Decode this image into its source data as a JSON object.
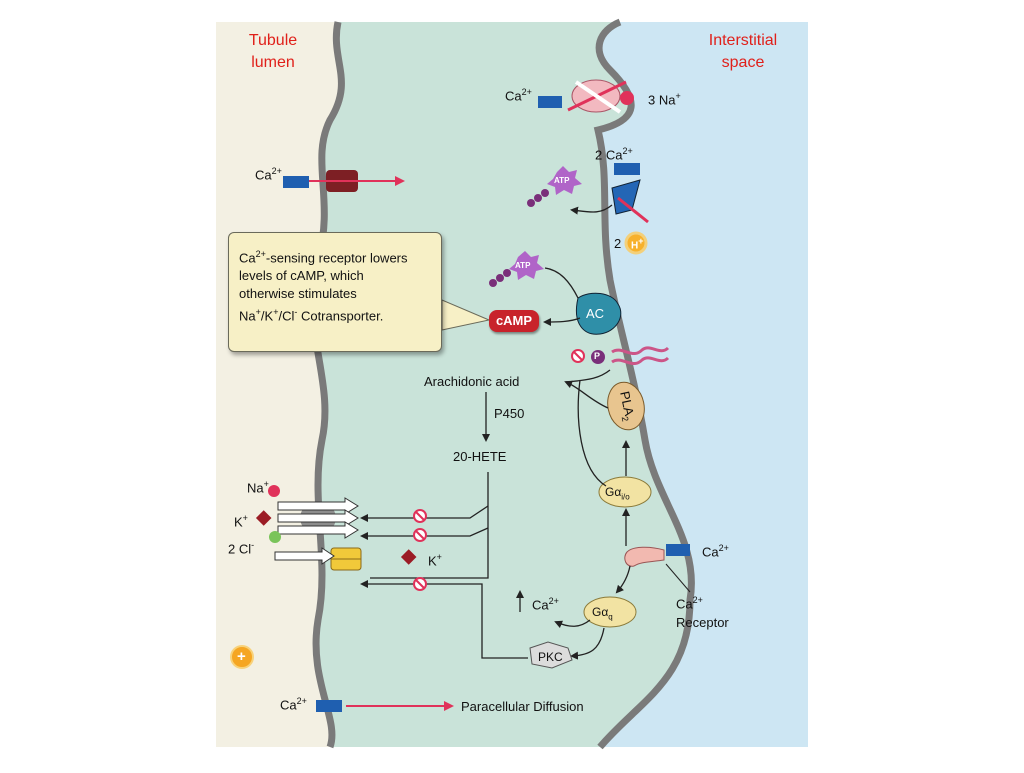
{
  "regions": {
    "lumen_title": "Tubule\nlumen",
    "interstitial_title": "Interstitial\nspace"
  },
  "labels": {
    "ca_exchanger": "Ca",
    "na3": "3 Na",
    "ca2_pump": "2 Ca",
    "h2": "2",
    "ca_apical": "Ca",
    "camp": "cAMP",
    "ac": "AC",
    "atp": "ATP",
    "p": "P",
    "pla2": "PLA",
    "arachidonic": "Arachidonic acid",
    "p450": "P450",
    "hete": "20-HETE",
    "na": "Na",
    "k": "K",
    "cl2": "2 Cl",
    "k_channel": "K",
    "gio": "Gα",
    "gq": "Gα",
    "ca_receptor_top": "Ca",
    "ca_receptor_label": "Ca",
    "receptor": "Receptor",
    "ca_up": "Ca",
    "pkc": "PKC",
    "ca_paracellular": "Ca",
    "paracellular": "Paracellular Diffusion",
    "plus": "+"
  },
  "callout": {
    "line1_pre": "Ca",
    "line1_post": "-sensing receptor lowers",
    "line2": "levels of cAMP, which",
    "line3": "otherwise stimulates",
    "line4_a": "Na",
    "line4_b": "/K",
    "line4_c": "/Cl",
    "line4_d": " Cotransporter."
  },
  "colors": {
    "cell": "#c9e3d9",
    "lumen": "#f3f0e3",
    "interstitial": "#cde6f3",
    "membrane": "#7a7a7a",
    "red_label": "#e0201a",
    "camp": "#c8232b",
    "ac": "#2f8fa8",
    "blue_ion": "#1f5fb0"
  }
}
